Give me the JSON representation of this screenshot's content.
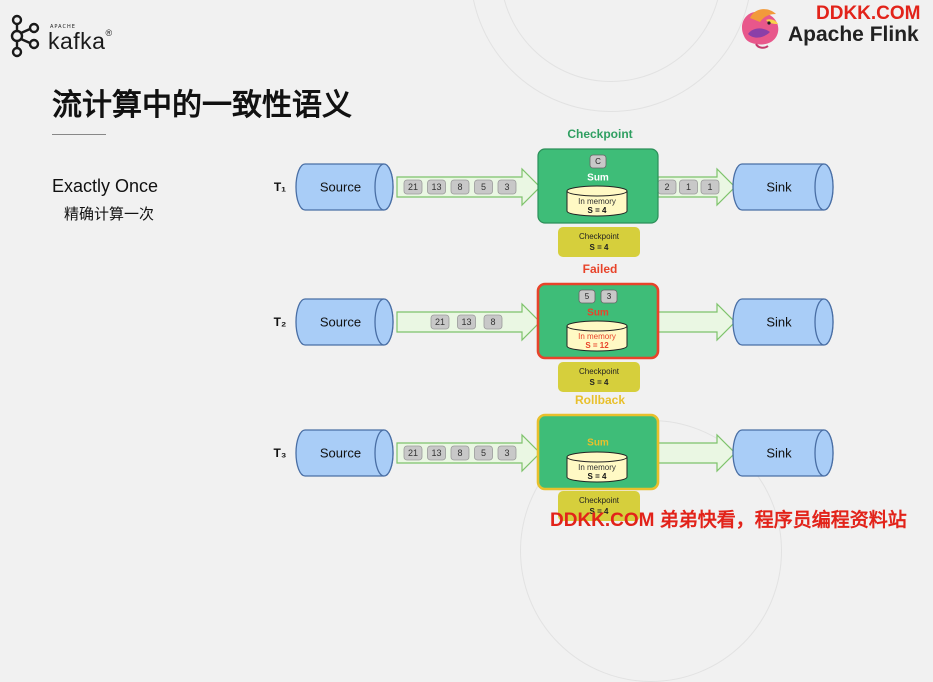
{
  "header": {
    "kafka_apache": "APACHE",
    "kafka_name": "kafka",
    "kafka_registered": "®",
    "flink_name": "Apache Flink",
    "watermark_top": "DDKK.COM",
    "watermark_bottom": "DDKK.COM 弟弟快看，程序员编程资料站"
  },
  "page": {
    "title": "流计算中的一致性语义",
    "mode_title": "Exactly Once",
    "mode_subtitle": "精确计算一次"
  },
  "rows": [
    {
      "time": "T₁",
      "source": "Source",
      "sink": "Sink",
      "in_queue": [
        "21",
        "13",
        "8",
        "5",
        "3"
      ],
      "out_queue": [
        "2",
        "1",
        "1"
      ],
      "status": "Checkpoint",
      "operator_tokens": [
        "C"
      ],
      "operator_label": "Sum",
      "memory_label": "In memory",
      "memory_value": "S = 4",
      "checkpoint_label": "Checkpoint",
      "checkpoint_value": "S = 4"
    },
    {
      "time": "T₂",
      "source": "Source",
      "sink": "Sink",
      "in_queue": [
        "21",
        "13",
        "8"
      ],
      "out_queue": [],
      "status": "Failed",
      "operator_tokens": [
        "5",
        "3"
      ],
      "operator_label": "Sum",
      "memory_label": "In memory",
      "memory_value": "S = 12",
      "checkpoint_label": "Checkpoint",
      "checkpoint_value": "S = 4"
    },
    {
      "time": "T₃",
      "source": "Source",
      "sink": "Sink",
      "in_queue": [
        "21",
        "13",
        "8",
        "5",
        "3"
      ],
      "out_queue": [],
      "status": "Rollback",
      "operator_tokens": [],
      "operator_label": "Sum",
      "memory_label": "In memory",
      "memory_value": "S = 4",
      "checkpoint_label": "Checkpoint",
      "checkpoint_value": "S = 4"
    }
  ],
  "colors": {
    "background": "#f1f1f1",
    "cylinder_fill": "#a9cdf7",
    "cylinder_stroke": "#4a6fa5",
    "operator_green": "#3ebd78",
    "operator_green_stroke": "#2c8f59",
    "failed_border": "#e8432a",
    "rollback_border": "#e8c02c",
    "checkpoint_green_text": "#2f9f61",
    "failed_text": "#e8432a",
    "rollback_text": "#e8c02c",
    "checkpoint_box": "#d6cf3c",
    "memory_cylinder": "#fff9c4",
    "memory_text_red": "#e8432a",
    "token_fill": "#c8c8c8",
    "arrow_fill": "#eaf7e3",
    "arrow_stroke": "#7ec36b",
    "brand_red": "#e2231a"
  },
  "icons": [
    "kafka-logo-icon",
    "flink-squirrel-icon",
    "pipe-arrow-icon",
    "cylinder-icon"
  ]
}
